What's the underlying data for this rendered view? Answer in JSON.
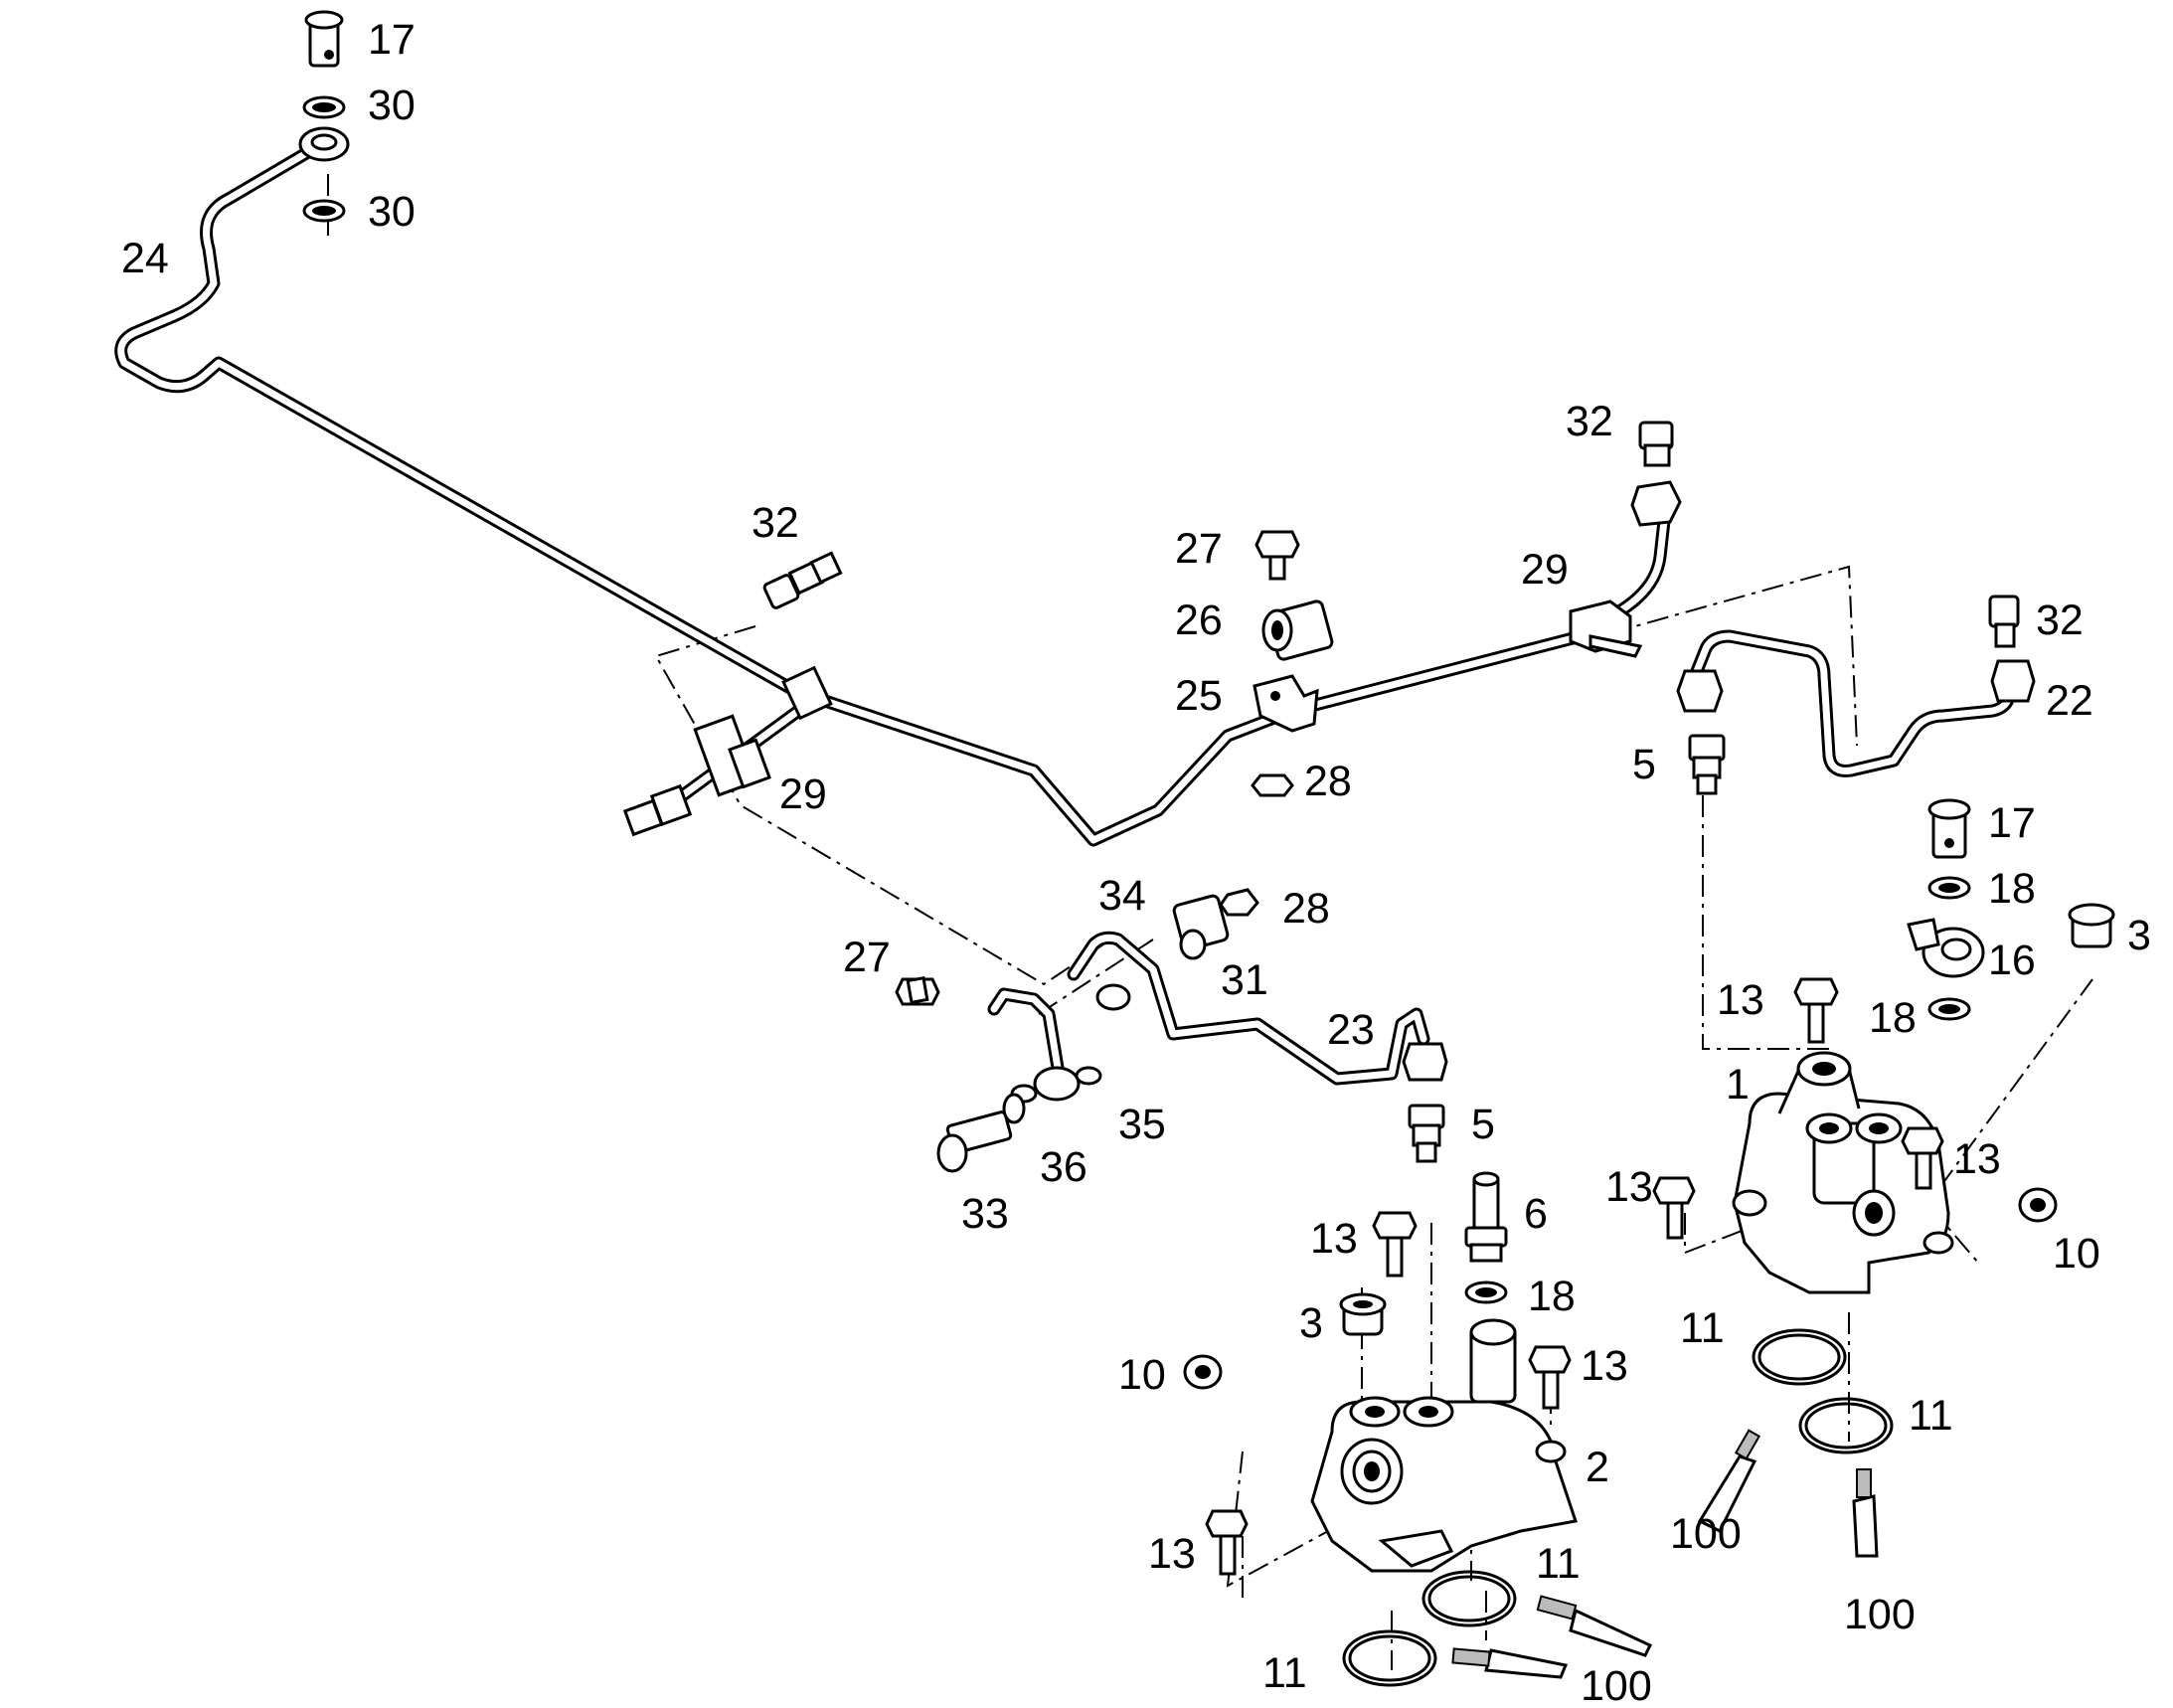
{
  "diagram": {
    "type": "exploded parts drawing",
    "callouts": [
      {
        "id": "c17a",
        "text": "17"
      },
      {
        "id": "c30a",
        "text": "30"
      },
      {
        "id": "c30b",
        "text": "30"
      },
      {
        "id": "c24",
        "text": "24"
      },
      {
        "id": "c32a",
        "text": "32"
      },
      {
        "id": "c27a",
        "text": "27"
      },
      {
        "id": "c26",
        "text": "26"
      },
      {
        "id": "c25",
        "text": "25"
      },
      {
        "id": "c28a",
        "text": "28"
      },
      {
        "id": "c29a",
        "text": "29"
      },
      {
        "id": "c32b",
        "text": "32"
      },
      {
        "id": "c29b",
        "text": "29"
      },
      {
        "id": "c32c",
        "text": "32"
      },
      {
        "id": "c22",
        "text": "22"
      },
      {
        "id": "c5a",
        "text": "5"
      },
      {
        "id": "c17b",
        "text": "17"
      },
      {
        "id": "c18a",
        "text": "18"
      },
      {
        "id": "c3a",
        "text": "3"
      },
      {
        "id": "c16",
        "text": "16"
      },
      {
        "id": "c13a",
        "text": "13"
      },
      {
        "id": "c18b",
        "text": "18"
      },
      {
        "id": "c1",
        "text": "1"
      },
      {
        "id": "c13b",
        "text": "13"
      },
      {
        "id": "c13c",
        "text": "13"
      },
      {
        "id": "c10a",
        "text": "10"
      },
      {
        "id": "c11a",
        "text": "11"
      },
      {
        "id": "c11b",
        "text": "11"
      },
      {
        "id": "c100a",
        "text": "100"
      },
      {
        "id": "c100b",
        "text": "100"
      },
      {
        "id": "c34",
        "text": "34"
      },
      {
        "id": "c28b",
        "text": "28"
      },
      {
        "id": "c27b",
        "text": "27"
      },
      {
        "id": "c31",
        "text": "31"
      },
      {
        "id": "c23",
        "text": "23"
      },
      {
        "id": "c5b",
        "text": "5"
      },
      {
        "id": "c35",
        "text": "35"
      },
      {
        "id": "c36",
        "text": "36"
      },
      {
        "id": "c33",
        "text": "33"
      },
      {
        "id": "c6",
        "text": "6"
      },
      {
        "id": "c13d",
        "text": "13"
      },
      {
        "id": "c18c",
        "text": "18"
      },
      {
        "id": "c3b",
        "text": "3"
      },
      {
        "id": "c13e",
        "text": "13"
      },
      {
        "id": "c10b",
        "text": "10"
      },
      {
        "id": "c2",
        "text": "2"
      },
      {
        "id": "c13f",
        "text": "13"
      },
      {
        "id": "c11c",
        "text": "11"
      },
      {
        "id": "c11d",
        "text": "11"
      },
      {
        "id": "c100c",
        "text": "100"
      }
    ]
  }
}
